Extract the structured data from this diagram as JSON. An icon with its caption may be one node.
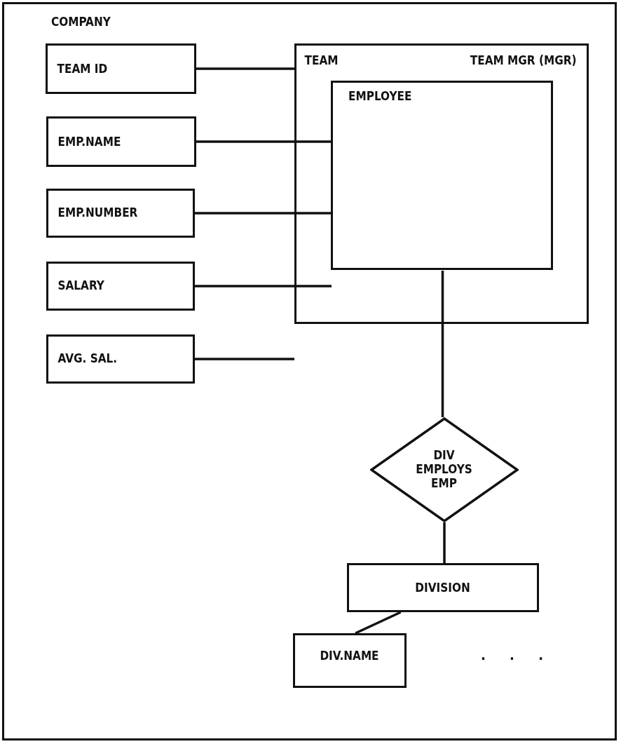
{
  "diagram": {
    "nodes": [
      {
        "text": [
          "COMPANY"
        ]
      },
      {
        "text": [
          "TEAM ID"
        ],
        "in": 0
      },
      {
        "text": [
          "EMP.NAME"
        ],
        "in": 0
      },
      {
        "text": [
          "EMP.NUMBER"
        ],
        "in": 0
      },
      {
        "text": [
          "SALARY"
        ],
        "in": 0
      },
      {
        "text": [
          "AVG. SAL."
        ],
        "in": 0
      },
      {
        "text": [
          "TEAM",
          "TEAM MGR (MGR)"
        ],
        "in": 0
      },
      {
        "text": [
          "EMPLOYEE"
        ],
        "in": 6
      },
      {
        "text": [
          "DIV EMPLOYS EMP"
        ],
        "in": 0
      },
      {
        "text": [
          "DIVISION"
        ],
        "in": 0
      },
      {
        "text": [
          "DIV.NAME"
        ],
        "in": 0
      }
    ],
    "edges": [
      {
        "from": 1,
        "to": 6,
        "arrow": "none"
      },
      {
        "from": 2,
        "to": 7,
        "arrow": "none"
      },
      {
        "from": 3,
        "to": 7,
        "arrow": "none"
      },
      {
        "from": 4,
        "to": 7,
        "arrow": "none"
      },
      {
        "from": 5,
        "to": 6,
        "arrow": "none"
      },
      {
        "from": 7,
        "to": 8,
        "arrow": "none"
      },
      {
        "from": 8,
        "to": 9,
        "arrow": "none"
      },
      {
        "from": 9,
        "to": 10,
        "arrow": "none"
      }
    ],
    "labels": [
      ". . ."
    ]
  }
}
